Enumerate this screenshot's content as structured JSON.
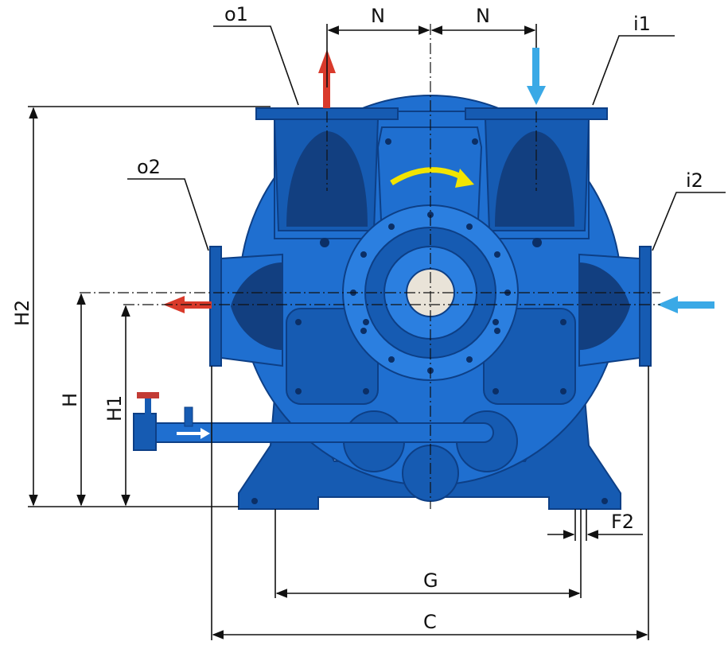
{
  "labels": {
    "o1": "o1",
    "o2": "o2",
    "i1": "i1",
    "i2": "i2",
    "n_left": "N",
    "n_right": "N",
    "h2": "H2",
    "h": "H",
    "h1": "H1",
    "g": "G",
    "c": "C",
    "f2": "F2"
  },
  "colors": {
    "pump_body": "#1f6fd0",
    "outlet_arrow": "#d93a2b",
    "inlet_arrow": "#3aa9e6",
    "rotation_arrow": "#f2e400",
    "valve_handle": "#c23b35"
  }
}
